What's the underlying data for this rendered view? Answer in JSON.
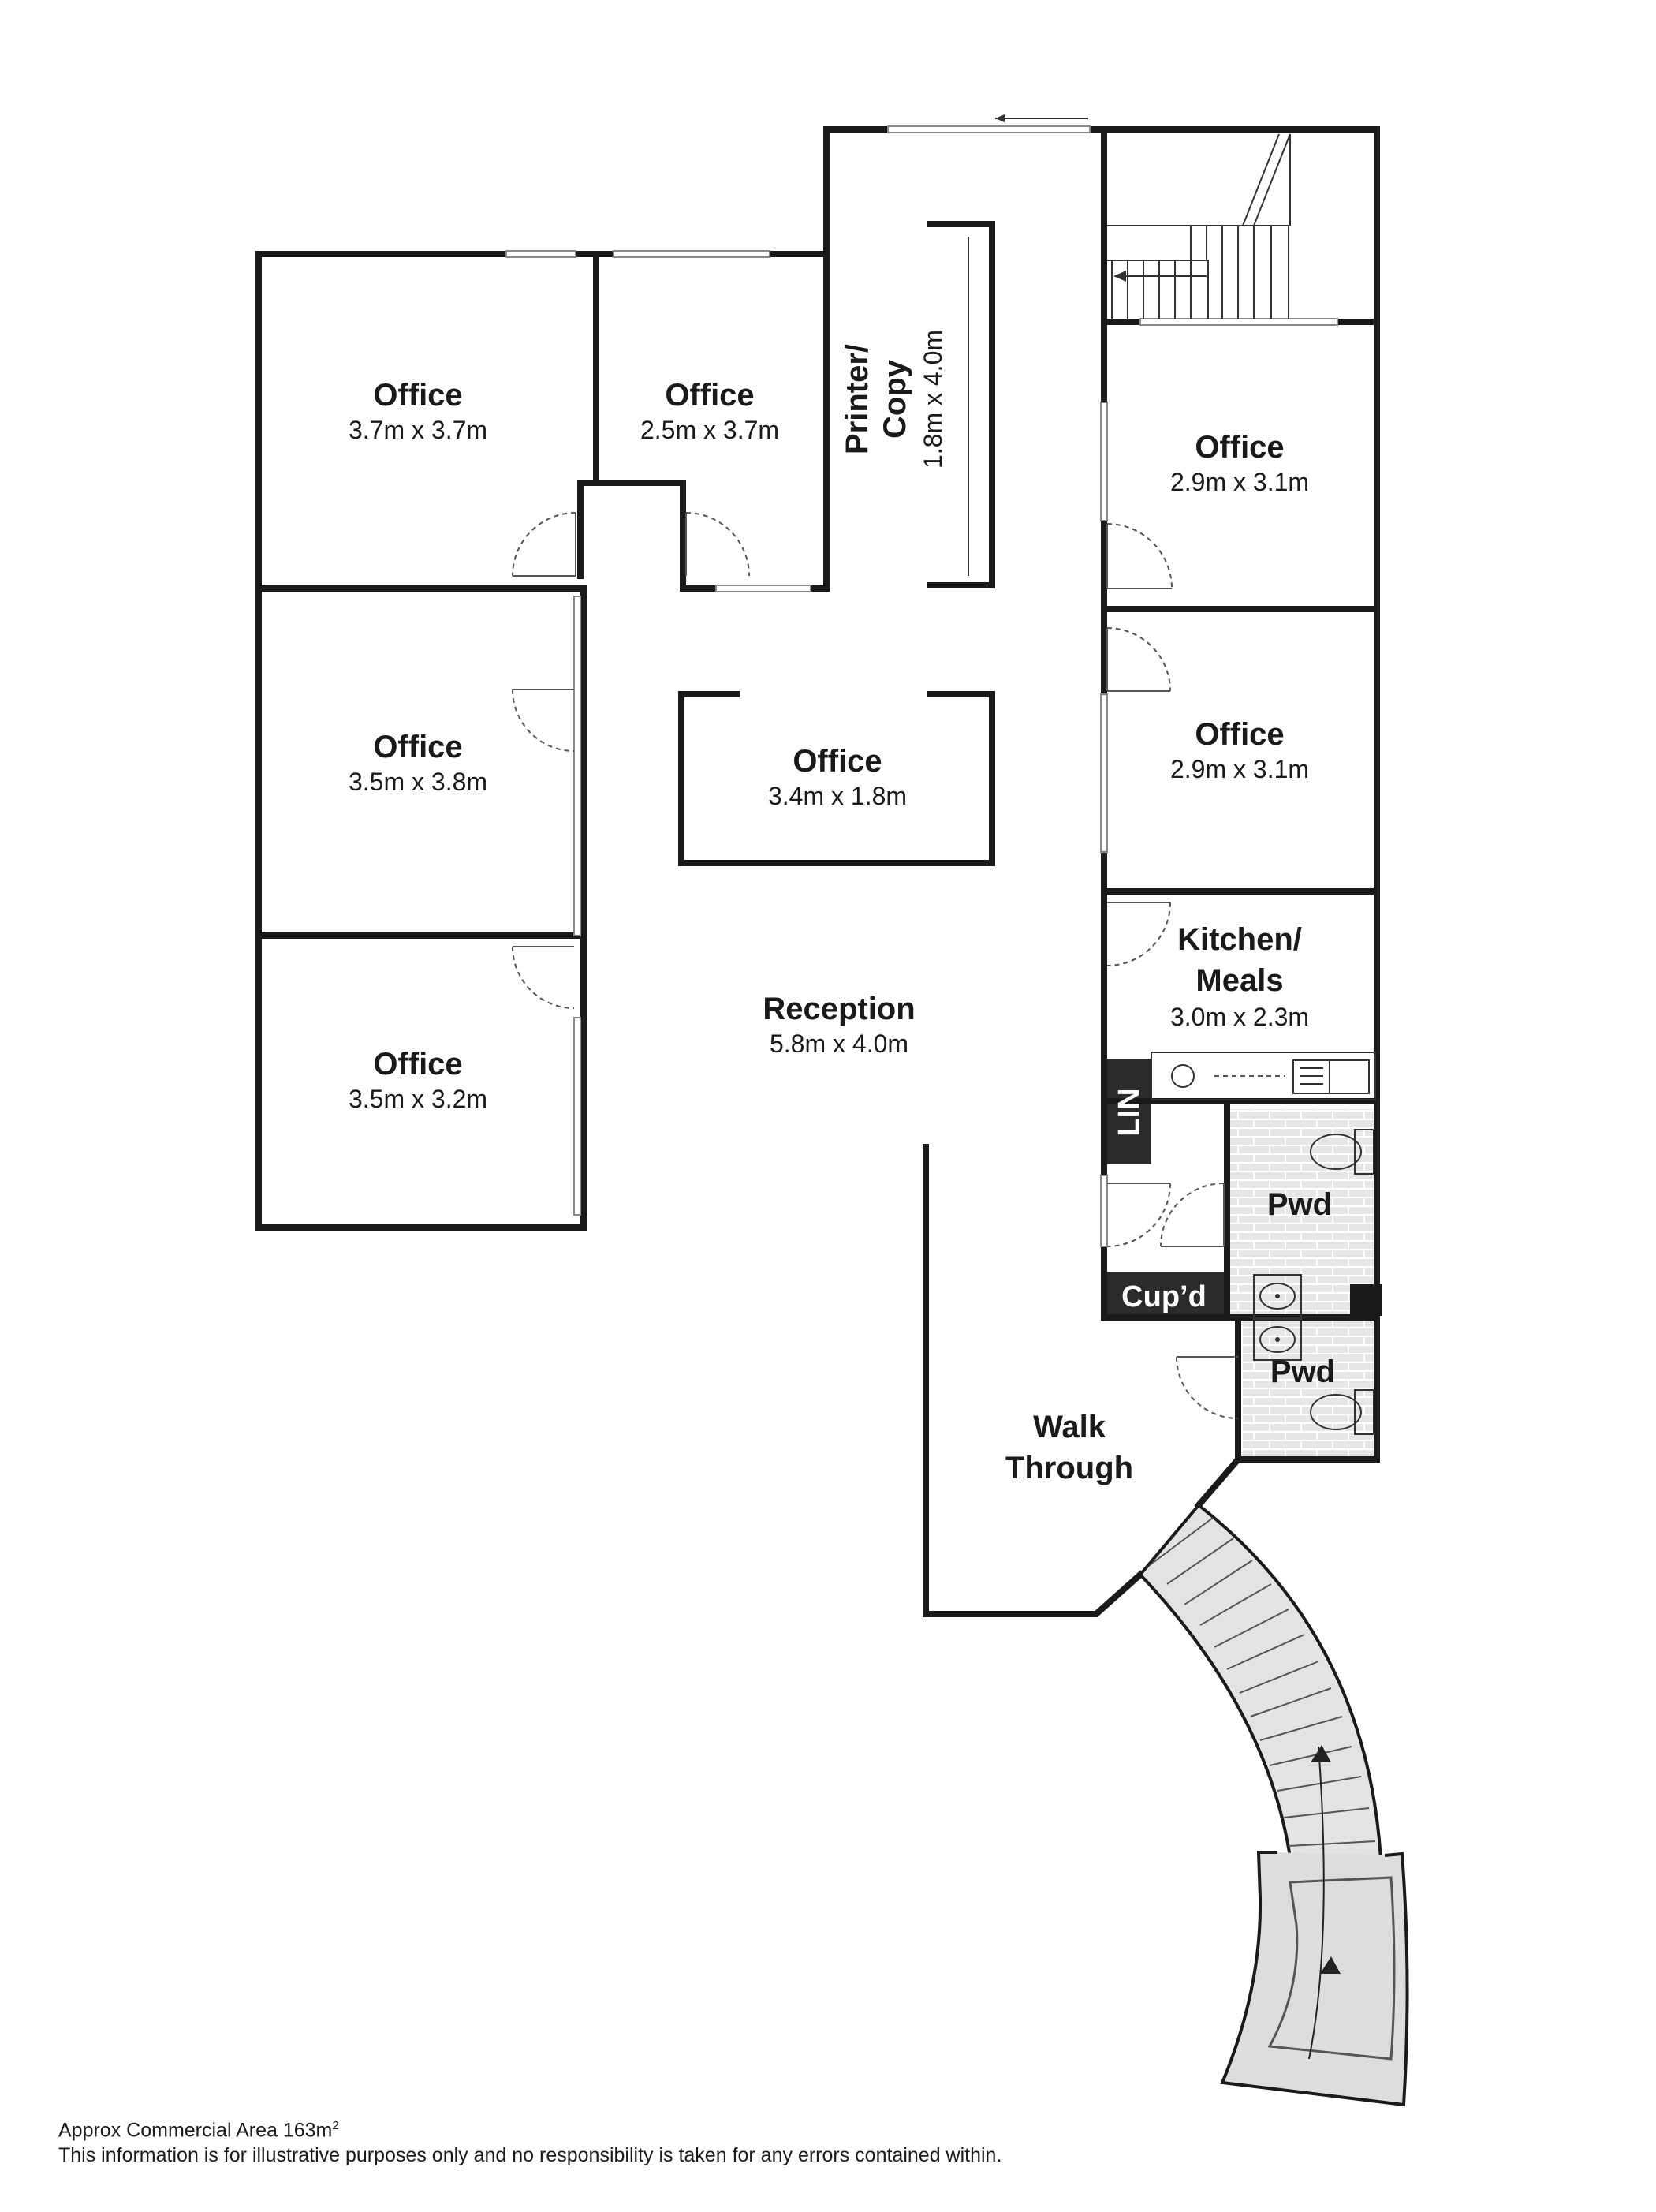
{
  "rooms": {
    "office_top_left": {
      "name": "Office",
      "dims": "3.7m x 3.7m"
    },
    "office_top_mid": {
      "name": "Office",
      "dims": "2.5m x 3.7m"
    },
    "printer": {
      "name_line1": "Printer/",
      "name_line2": "Copy",
      "dims": "1.8m x 4.0m"
    },
    "office_right_top": {
      "name": "Office",
      "dims": "2.9m x 3.1m"
    },
    "office_left_mid": {
      "name": "Office",
      "dims": "3.5m x 3.8m"
    },
    "office_center": {
      "name": "Office",
      "dims": "3.4m x 1.8m"
    },
    "office_right_mid": {
      "name": "Office",
      "dims": "2.9m x 3.1m"
    },
    "kitchen": {
      "name_line1": "Kitchen/",
      "name_line2": "Meals",
      "dims": "3.0m x 2.3m"
    },
    "office_left_bottom": {
      "name": "Office",
      "dims": "3.5m x 3.2m"
    },
    "reception": {
      "name": "Reception",
      "dims": "5.8m x 4.0m"
    },
    "lin": {
      "name": "LIN"
    },
    "pwd_upper": {
      "name": "Pwd"
    },
    "cupd": {
      "name": "Cup’d"
    },
    "pwd_lower": {
      "name": "Pwd"
    },
    "walk_through": {
      "name_line1": "Walk",
      "name_line2": "Through"
    }
  },
  "footer": {
    "area_label": "Approx Commercial Area 163m",
    "area_sup": "2",
    "disclaimer": "This information is for illustrative purposes only and no responsibility is taken for any errors contained within."
  },
  "colors": {
    "wall": "#1a1a1a",
    "tile": "#e6e6e6",
    "stair_landing": "#dddddd",
    "label_box": "#2b2b2b"
  }
}
